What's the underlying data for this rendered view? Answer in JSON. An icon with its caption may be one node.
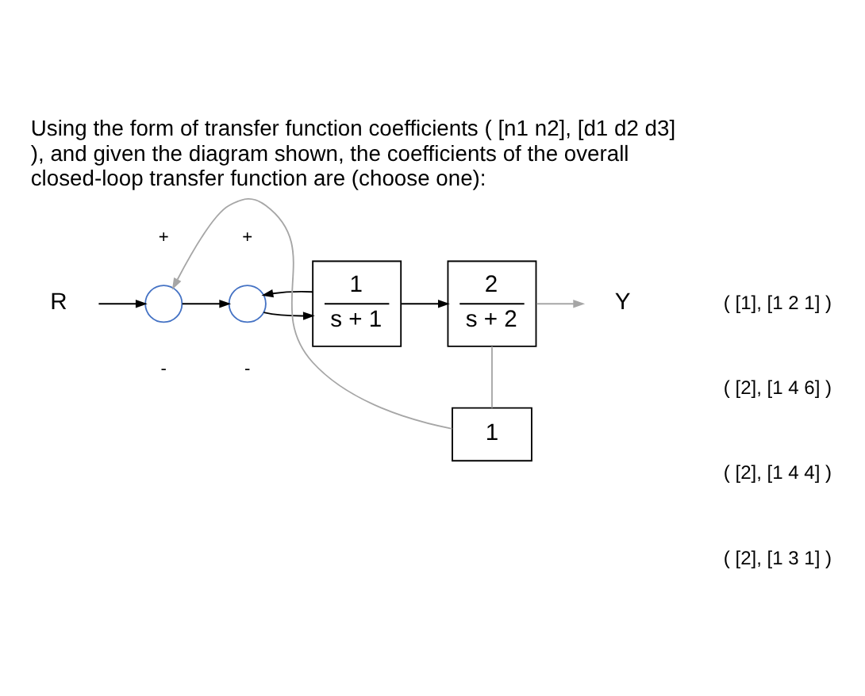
{
  "diagram": {
    "title": "Using the form of transfer function coefficients ( [n1 n2], [d1 d2 d3] ), and given the diagram shown, the coefficients of the overall closed-loop transfer function are (choose one):",
    "nodes": [
      {
        "text": [
          "R"
        ]
      },
      {
        "text": [],
        "shape": "circle"
      },
      {
        "text": [],
        "shape": "circle"
      },
      {
        "text": [
          "1",
          "s + 1"
        ]
      },
      {
        "text": [
          "2",
          "s + 2"
        ]
      },
      {
        "text": [
          "Y"
        ]
      },
      {
        "text": [
          "1"
        ]
      }
    ],
    "edges": [
      {
        "from": 0,
        "to": 1,
        "arrow": "to"
      },
      {
        "from": 1,
        "to": 2,
        "arrow": "to"
      },
      {
        "from": 2,
        "to": 3,
        "arrow": "to"
      },
      {
        "from": 3,
        "to": 4,
        "arrow": "to"
      },
      {
        "from": 4,
        "to": 5,
        "arrow": "to",
        "color": "#a6a6a6"
      },
      {
        "from": 3,
        "to": 2,
        "arrow": "to"
      },
      {
        "from": 4,
        "to": 6,
        "arrow": "none",
        "color": "#a6a6a6"
      },
      {
        "from": 6,
        "to": 1,
        "arrow": "to",
        "color": "#a6a6a6"
      }
    ],
    "labels": [
      "+",
      "-",
      "+",
      "-",
      "( [1], [1 2 1] )",
      "( [2], [1 4 6] )",
      "( [2], [1 4 4] )",
      "( [2], [1 3 1] )"
    ]
  }
}
